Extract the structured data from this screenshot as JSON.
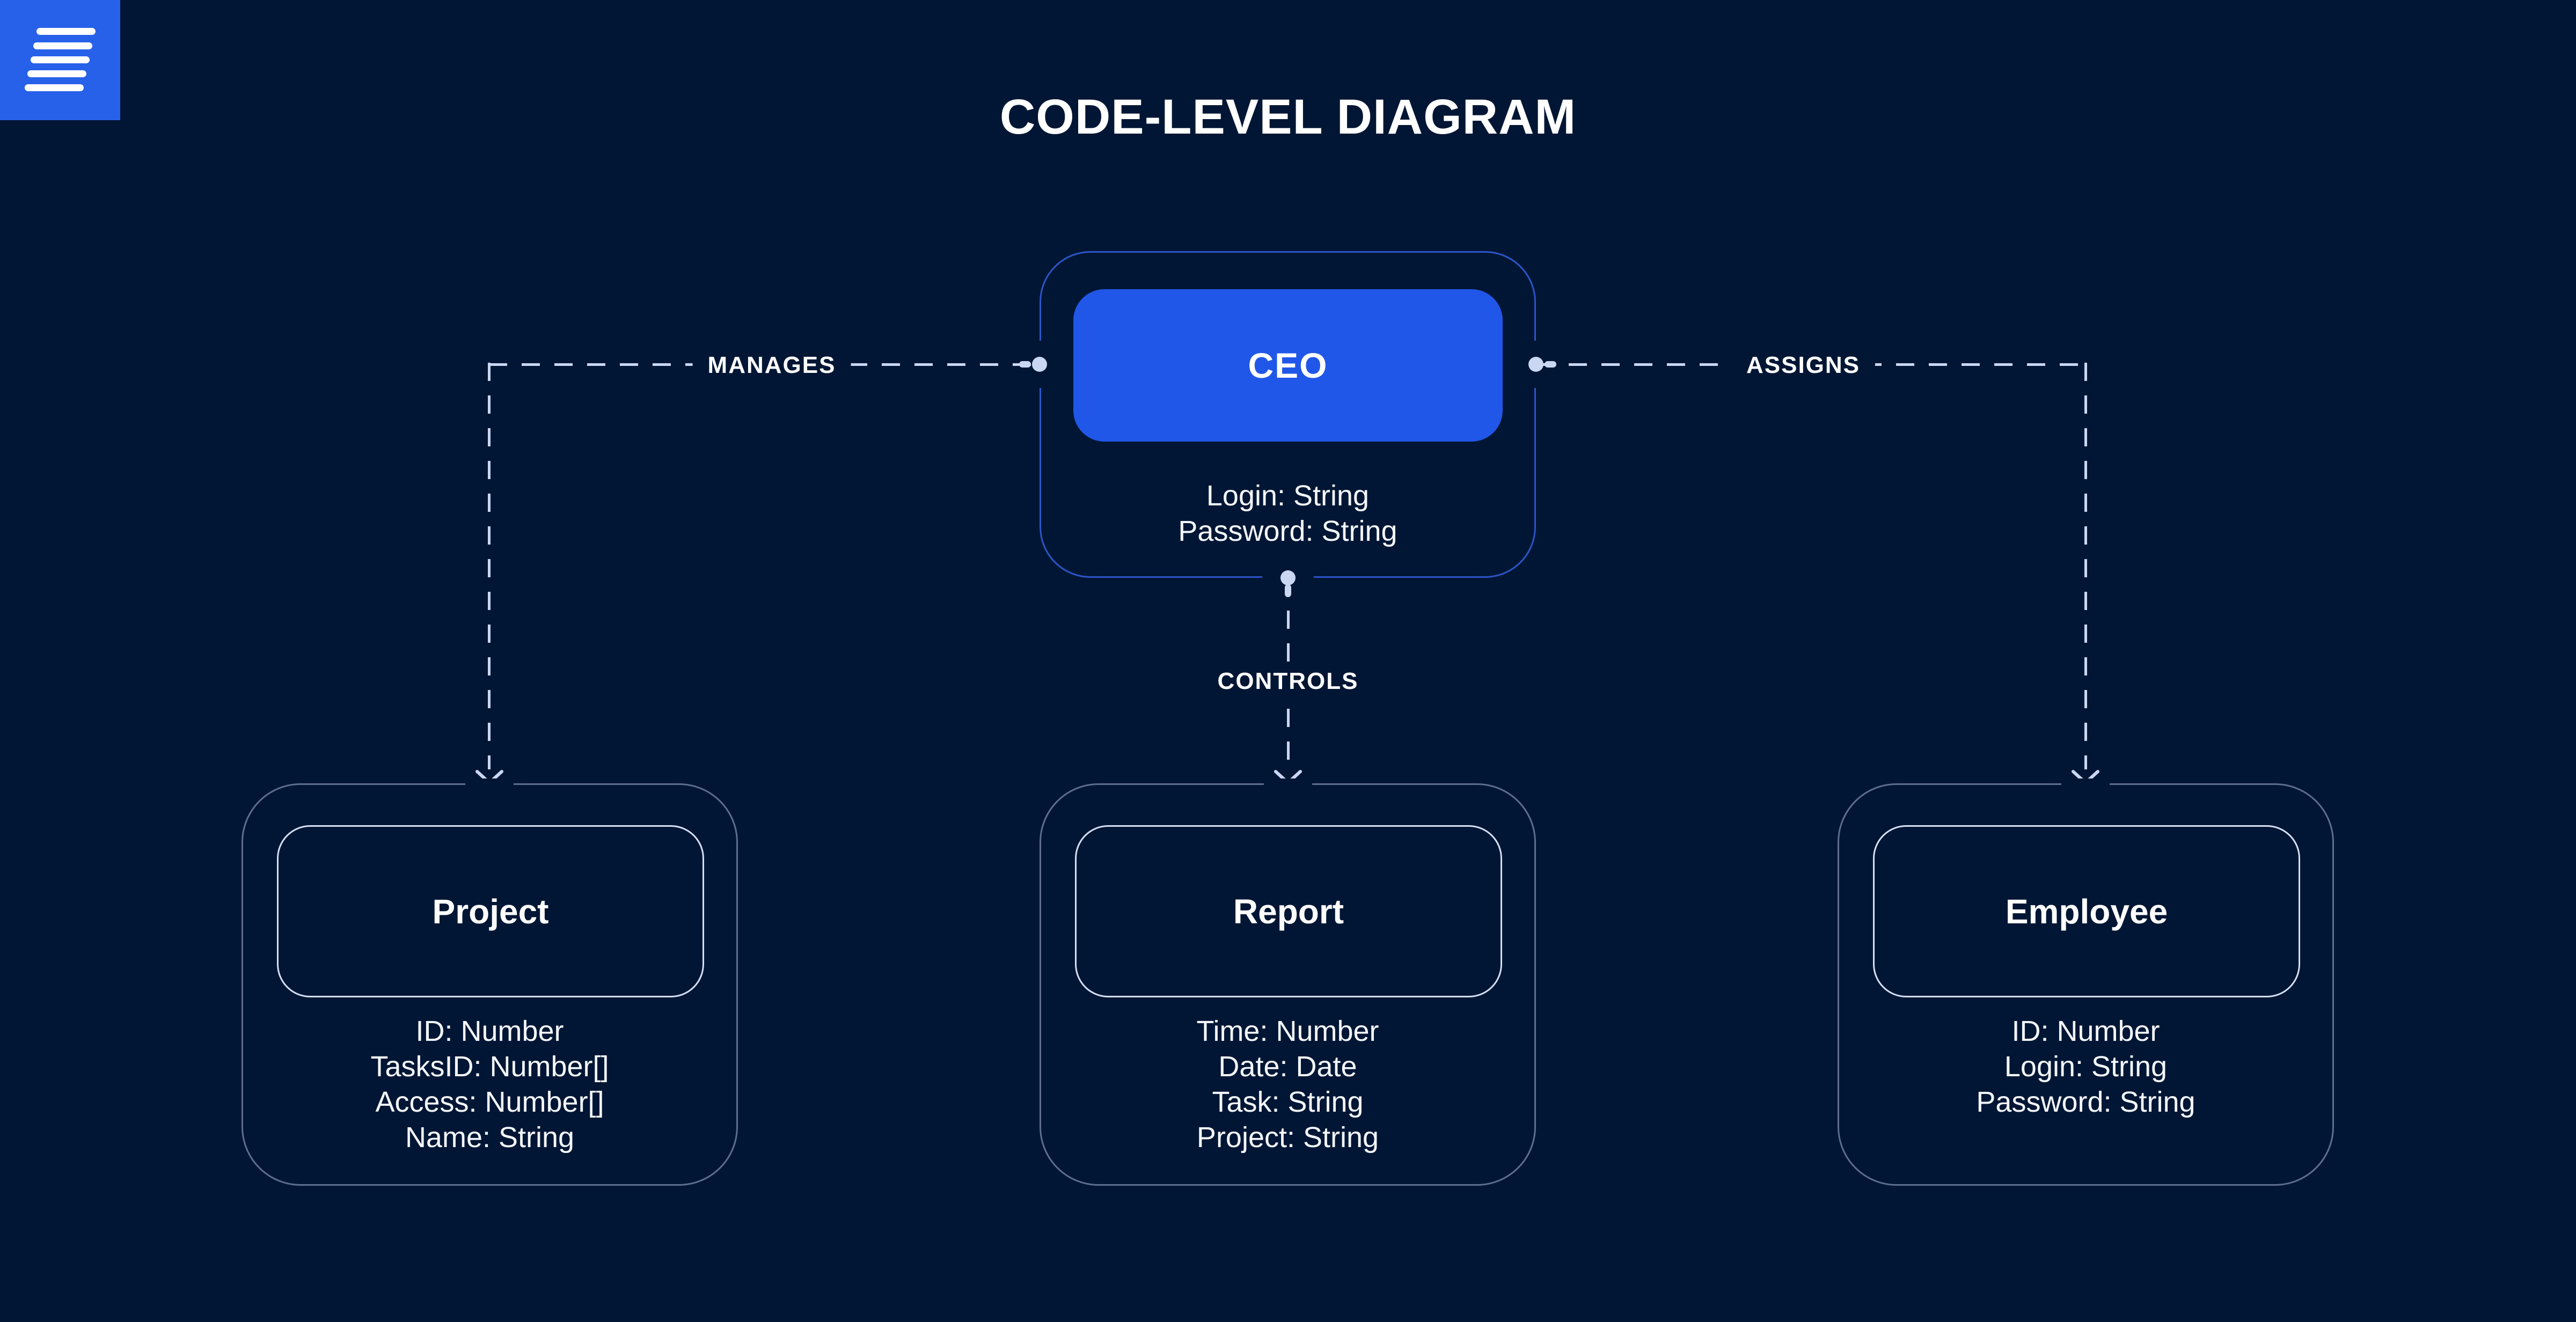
{
  "page": {
    "title": "CODE-LEVEL DIAGRAM"
  },
  "logo": {
    "icon": "hamburger-menu-icon"
  },
  "colors": {
    "background": "#011634",
    "accent_blue": "#2157E8",
    "logo_blue": "#2761EA",
    "ceo_border": "#2C55C8",
    "node_border": "#5E6E8E",
    "inner_border": "#D6E0F5",
    "connector": "#C9D7F3"
  },
  "ceo": {
    "title": "CEO",
    "attributes": [
      "Login: String",
      "Password: String"
    ]
  },
  "entities": [
    {
      "title": "Project",
      "attributes": [
        "ID: Number",
        "TasksID: Number[]",
        "Access: Number[]",
        "Name: String"
      ]
    },
    {
      "title": "Report",
      "attributes": [
        "Time: Number",
        "Date: Date",
        "Task: String",
        "Project: String"
      ]
    },
    {
      "title": "Employee",
      "attributes": [
        "ID: Number",
        "Login: String",
        "Password: String"
      ]
    }
  ],
  "relationships": [
    {
      "label": "MANAGES",
      "from": "CEO",
      "to": "Project"
    },
    {
      "label": "CONTROLS",
      "from": "CEO",
      "to": "Report"
    },
    {
      "label": "ASSIGNS",
      "from": "CEO",
      "to": "Employee"
    }
  ]
}
